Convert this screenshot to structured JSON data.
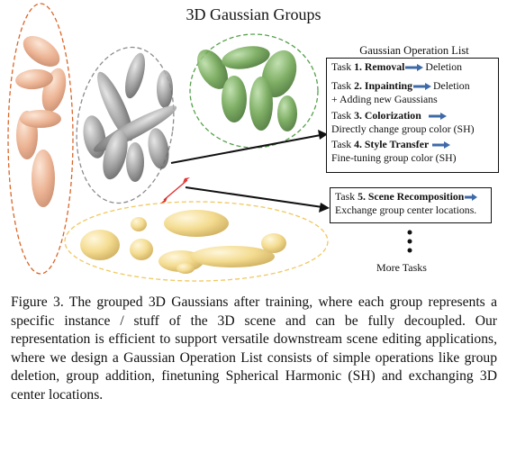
{
  "title": "3D Gaussian Groups",
  "operation_list": {
    "heading": "Gaussian Operation List",
    "tasks": [
      {
        "prefix": "Task ",
        "name": "1. Removal",
        "result": "Deletion"
      },
      {
        "prefix": "Task ",
        "name": "2. Inpainting",
        "result": "Deletion",
        "detail": "+ Adding new Gaussians"
      },
      {
        "prefix": "Task ",
        "name": "3. Colorization",
        "detail": "Directly change group color (SH)"
      },
      {
        "prefix": "Task ",
        "name": "4. Style Transfer",
        "detail": "Fine-tuning group color (SH)"
      }
    ]
  },
  "recomposition": {
    "prefix": "Task ",
    "name": "5. Scene Recomposition",
    "detail": "Exchange group center locations."
  },
  "more_tasks": "More Tasks",
  "caption": "Figure 3.  The grouped 3D Gaussians after training, where each group represents a specific instance / stuff of the 3D scene and can be fully decoupled. Our representation is efficient to support versatile downstream scene editing applications, where we design a Gaussian Operation List consists of simple operations like group deletion, group addition, finetuning Spherical Harmonic (SH) and exchanging 3D center locations.",
  "colors": {
    "orange_group": "#e8a27a",
    "orange_border": "#d8672a",
    "gray_group": "#8a8a8a",
    "gray_border": "#8c8c8c",
    "green_group": "#5f9a45",
    "green_border": "#55a04a",
    "yellow_group": "#f0d27a",
    "yellow_border": "#f0c860",
    "arrow_blue": "#3f6aa8",
    "connector_red": "#e03030"
  }
}
